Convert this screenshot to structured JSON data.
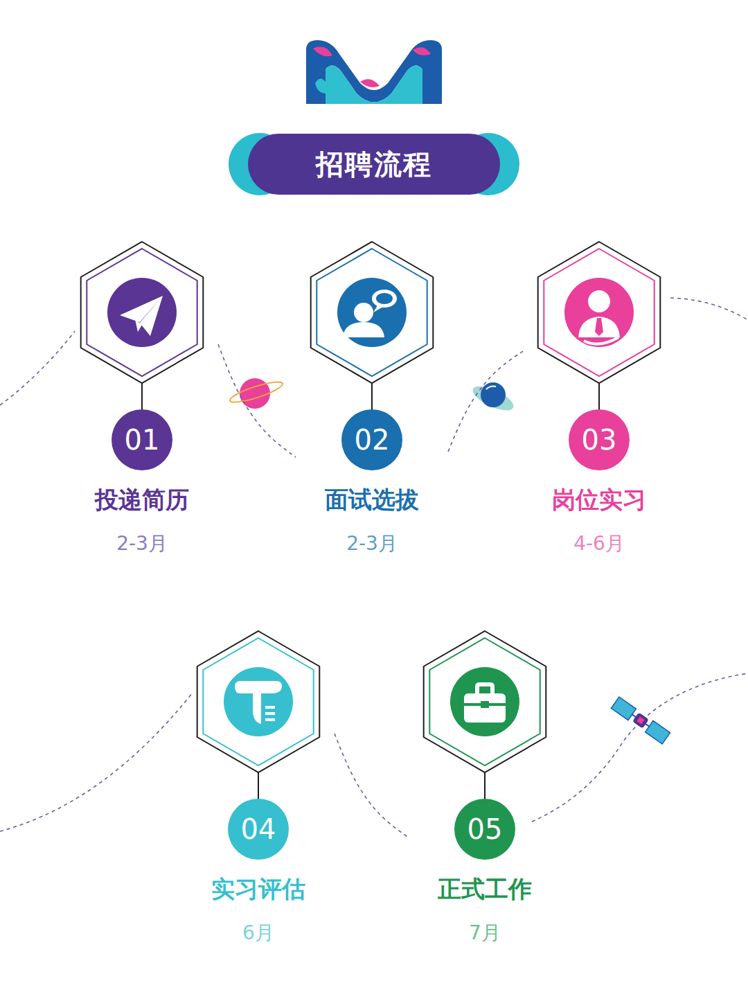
{
  "diagram": {
    "title": "招聘流程",
    "nodes": [
      {
        "text": [
          "01",
          "投递简历",
          "2-3月"
        ]
      },
      {
        "text": [
          "02",
          "面试选拔",
          "2-3月"
        ]
      },
      {
        "text": [
          "03",
          "岗位实习",
          "4-6月"
        ]
      },
      {
        "text": [
          "04",
          "实习评估",
          "6月"
        ]
      },
      {
        "text": [
          "05",
          "正式工作",
          "7月"
        ]
      }
    ],
    "edges": [
      {
        "from": 0,
        "to": 1,
        "arrow": "none"
      },
      {
        "from": 1,
        "to": 2,
        "arrow": "none"
      },
      {
        "from": 3,
        "to": 4,
        "arrow": "none"
      }
    ]
  }
}
